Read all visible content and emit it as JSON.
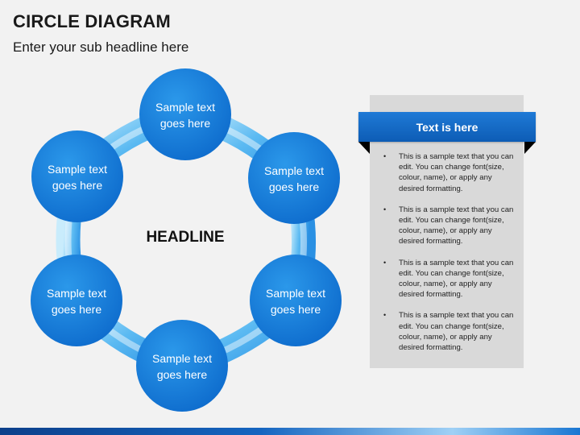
{
  "header": {
    "title": "CIRCLE DIAGRAM",
    "subtitle": "Enter your sub headline here"
  },
  "diagram": {
    "center_label": "HEADLINE",
    "nodes": [
      {
        "line1": "Sample text",
        "line2": "goes here"
      },
      {
        "line1": "Sample text",
        "line2": "goes here"
      },
      {
        "line1": "Sample text",
        "line2": "goes here"
      },
      {
        "line1": "Sample text",
        "line2": "goes here"
      },
      {
        "line1": "Sample text",
        "line2": "goes here"
      },
      {
        "line1": "Sample text",
        "line2": "goes here"
      }
    ],
    "colors": {
      "node_fill": "#1f87e0",
      "node_fill_dark": "#0e6ccd",
      "ring_light": "#bfe6fb",
      "ring_mid": "#64c0f3",
      "ring_dark": "#2a95e6"
    }
  },
  "panel": {
    "banner": "Text is here",
    "bullet_symbol": "•",
    "bullets": [
      "This is a sample text that you can edit. You can change font(size, colour, name), or apply any desired formatting.",
      "This is a sample text that you can edit. You can change font(size, colour, name), or apply any desired formatting.",
      "This is a sample text that you can edit. You can change font(size, colour, name), or apply any desired formatting.",
      "This is a sample text that you can edit. You can change font(size, colour, name), or apply any desired formatting."
    ],
    "colors": {
      "banner": "#1671d0",
      "panel_bg": "#d9d9d9"
    }
  }
}
